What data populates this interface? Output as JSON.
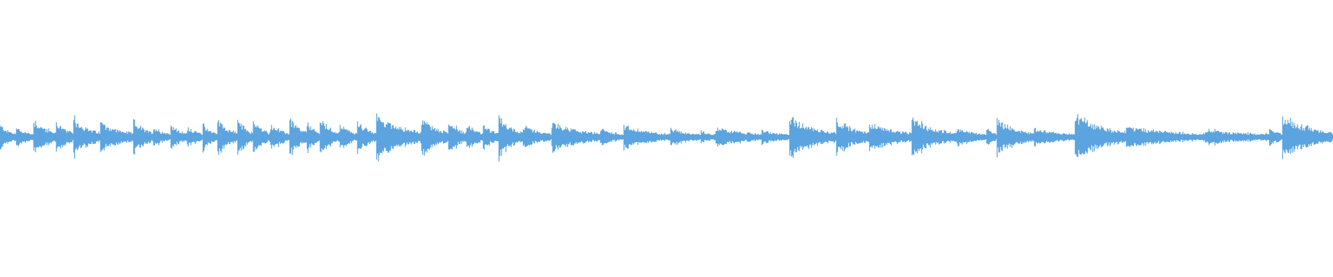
{
  "waveform": {
    "color": "#5ba4e0",
    "background": "#ffffff",
    "onsets": [
      {
        "t": 0.0,
        "a": 0.5
      },
      {
        "t": 0.012,
        "a": 0.4
      },
      {
        "t": 0.025,
        "a": 0.78
      },
      {
        "t": 0.042,
        "a": 0.7
      },
      {
        "t": 0.055,
        "a": 0.82
      },
      {
        "t": 0.075,
        "a": 0.64
      },
      {
        "t": 0.1,
        "a": 0.74
      },
      {
        "t": 0.115,
        "a": 0.44
      },
      {
        "t": 0.128,
        "a": 0.54
      },
      {
        "t": 0.14,
        "a": 0.48
      },
      {
        "t": 0.152,
        "a": 0.58
      },
      {
        "t": 0.163,
        "a": 0.8
      },
      {
        "t": 0.178,
        "a": 0.8
      },
      {
        "t": 0.19,
        "a": 0.7
      },
      {
        "t": 0.203,
        "a": 0.56
      },
      {
        "t": 0.217,
        "a": 0.88
      },
      {
        "t": 0.23,
        "a": 0.7
      },
      {
        "t": 0.24,
        "a": 0.78
      },
      {
        "t": 0.255,
        "a": 0.56
      },
      {
        "t": 0.268,
        "a": 0.7
      },
      {
        "t": 0.282,
        "a": 1.0
      },
      {
        "t": 0.316,
        "a": 0.86
      },
      {
        "t": 0.336,
        "a": 0.76
      },
      {
        "t": 0.35,
        "a": 0.62
      },
      {
        "t": 0.362,
        "a": 0.56
      },
      {
        "t": 0.374,
        "a": 0.92
      },
      {
        "t": 0.392,
        "a": 0.44
      },
      {
        "t": 0.414,
        "a": 0.6
      },
      {
        "t": 0.45,
        "a": 0.34
      },
      {
        "t": 0.468,
        "a": 0.44
      },
      {
        "t": 0.503,
        "a": 0.34
      },
      {
        "t": 0.526,
        "a": 0.22
      },
      {
        "t": 0.537,
        "a": 0.38
      },
      {
        "t": 0.571,
        "a": 0.24
      },
      {
        "t": 0.592,
        "a": 0.86
      },
      {
        "t": 0.627,
        "a": 0.78
      },
      {
        "t": 0.652,
        "a": 0.64
      },
      {
        "t": 0.684,
        "a": 0.74
      },
      {
        "t": 0.718,
        "a": 0.34
      },
      {
        "t": 0.74,
        "a": 0.4
      },
      {
        "t": 0.748,
        "a": 0.72
      },
      {
        "t": 0.776,
        "a": 0.32
      },
      {
        "t": 0.806,
        "a": 1.0
      },
      {
        "t": 0.845,
        "a": 0.42
      },
      {
        "t": 0.904,
        "a": 0.28
      },
      {
        "t": 0.952,
        "a": 0.4
      },
      {
        "t": 0.962,
        "a": 0.92
      }
    ]
  }
}
